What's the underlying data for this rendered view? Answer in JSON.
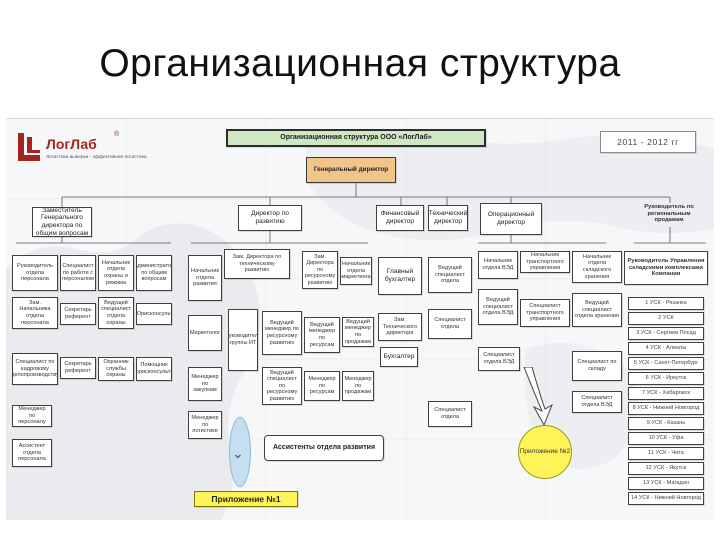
{
  "slide": {
    "title": "Организационная структура"
  },
  "logo": {
    "name": "ЛогЛаб",
    "reg": "®",
    "tagline": "Логистика выверки - эффективная логистика"
  },
  "chart": {
    "banner": "Организационная структура ООО «ЛогЛаб»",
    "dates": "2011 - 2012 гг",
    "ceo": "Генеральный директор",
    "directors": {
      "deputy": "Заместитель Генерального директора по общим вопросам",
      "development": "Директор по развитию",
      "finance": "Финансовый директор",
      "technical": "Технический директор",
      "operations": "Операционный директор",
      "regions": "Руководитель по региональным продажам"
    },
    "deputy_units": [
      "Руководитель отдела персонала",
      "Специалист по работе с персоналом",
      "Начальник отдела охраны и режима",
      "Администратор по общим вопросам",
      "Зам. Начальника отдела персонала",
      "Секретарь референт",
      "Ведущий специалист отдела охраны",
      "Юрисконсульт",
      "Специалист по кадровому делопроизводству",
      "Секретарь референт",
      "Охранник службы охраны",
      "Помощник юрисконсульта",
      "Менеджер по персоналу",
      "Ассистент отдела персонала"
    ],
    "development_units": [
      "Начальник отдела развития",
      "Зам. Директора по техническому развитию",
      "Зам. Директора по ресурсному развитию",
      "Начальник отдела маркетинга",
      "Маркетолог",
      "Руководитель группы ИТ",
      "Ведущий менеджер по ресурсному развитию",
      "Ведущий менеджер по ресурсам",
      "Ведущий менеджер по продажам",
      "Менеджер по закупкам",
      "Ведущий специалист по ресурсному развитию",
      "Менеджер по ресурсам",
      "Менеджер по продажам",
      "Менеджер по логистике"
    ],
    "assistants": "Ассистенты отдела развития",
    "finance_units": [
      "Главный бухгалтер",
      "Бухгалтер"
    ],
    "technical_units": [
      "Зам. Технического директора",
      "Ведущий специалист отдела",
      "Специалист отдела",
      "Специалист отдела"
    ],
    "operations_units": [
      "Начальник отдела ВЭД",
      "Начальник транспортного управления",
      "Начальник отдела складского хранения",
      "Ведущий специалист отдела ВЭД",
      "Специалист транспортного управления",
      "Ведущий специалист отдела хранения",
      "Специалист отдела ВЭД",
      "Специалист по складу",
      "Специалист отдела ВЭД"
    ],
    "regional_head": "Руководитель Управления складскими комплексами Компании",
    "regional_units": [
      "1 УСК - Рязанка",
      "2 УСК",
      "3 УСК - Сергиев Посад",
      "4 УСК - Алматы",
      "5 УСК - Санкт-Петербург",
      "6 УСК - Иркутск",
      "7 УСК - Хабаровск",
      "8 УСК - Нижний Новгород",
      "9 УСК - Казань",
      "10 УСК - Уфа",
      "11 УСК - Чита",
      "12 УСК - Якутск",
      "13 УСК - Магадан",
      "14 УСК - Нижний Новгород"
    ],
    "appendix1": "Приложение №1",
    "appendix2": "Приложение №2"
  }
}
